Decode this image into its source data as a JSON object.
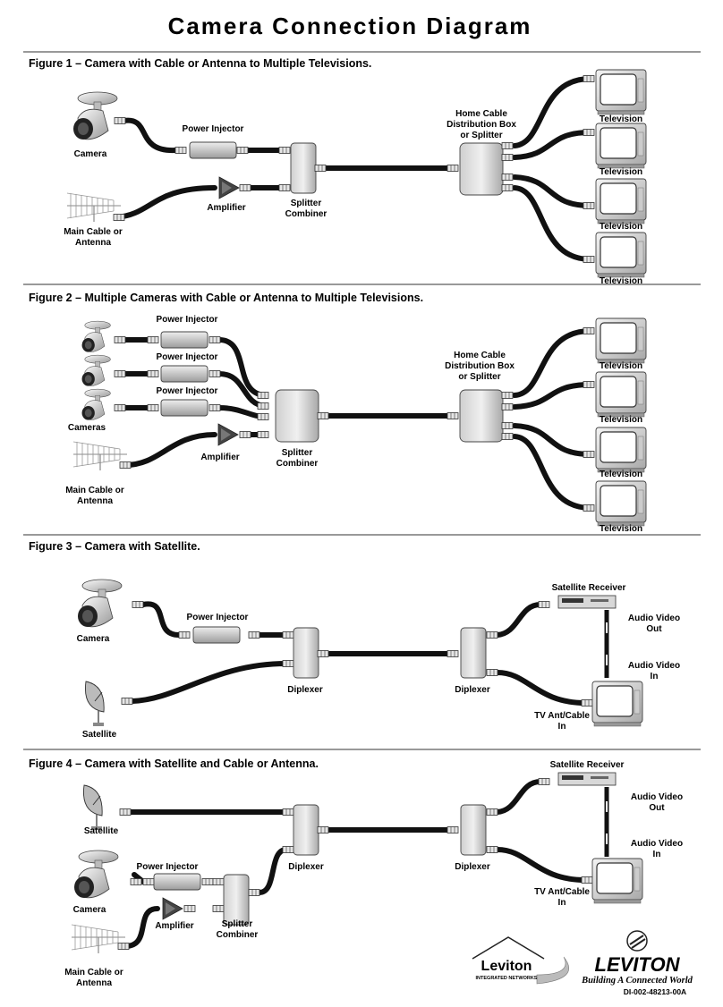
{
  "title": "Camera Connection Diagram",
  "figures": [
    {
      "heading": "Figure 1 – Camera with Cable or Antenna to Multiple Televisions."
    },
    {
      "heading": "Figure 2 – Multiple Cameras with Cable or Antenna to Multiple Televisions."
    },
    {
      "heading": "Figure 3 – Camera with Satellite."
    },
    {
      "heading": "Figure 4 – Camera with Satellite and Cable or Antenna."
    }
  ],
  "labels": {
    "power_injector": "Power Injector",
    "camera": "Camera",
    "cameras": "Cameras",
    "amplifier": "Amplifier",
    "main_cable_1": "Main Cable or",
    "main_cable_2": "Antenna",
    "splitter_1": "Splitter",
    "splitter_2": "Combiner",
    "home_1": "Home Cable",
    "home_2": "Distribution Box",
    "home_3": "or Splitter",
    "television": "Television",
    "diplexer": "Diplexer",
    "satellite": "Satellite",
    "satellite_receiver": "Satellite Receiver",
    "audio_out_1": "Audio Video",
    "audio_out_2": "Out",
    "audio_in_1": "Audio Video",
    "audio_in_2": "In",
    "tv_ant_1": "TV Ant/Cable",
    "tv_ant_2": "In"
  },
  "logos": {
    "leviton_small": "Leviton",
    "integrated_networks": "INTEGRATED NETWORKS",
    "leviton_big": "LEVITON",
    "tagline": "Building A Connected World",
    "doc_number": "DI-002-48213-00A"
  }
}
